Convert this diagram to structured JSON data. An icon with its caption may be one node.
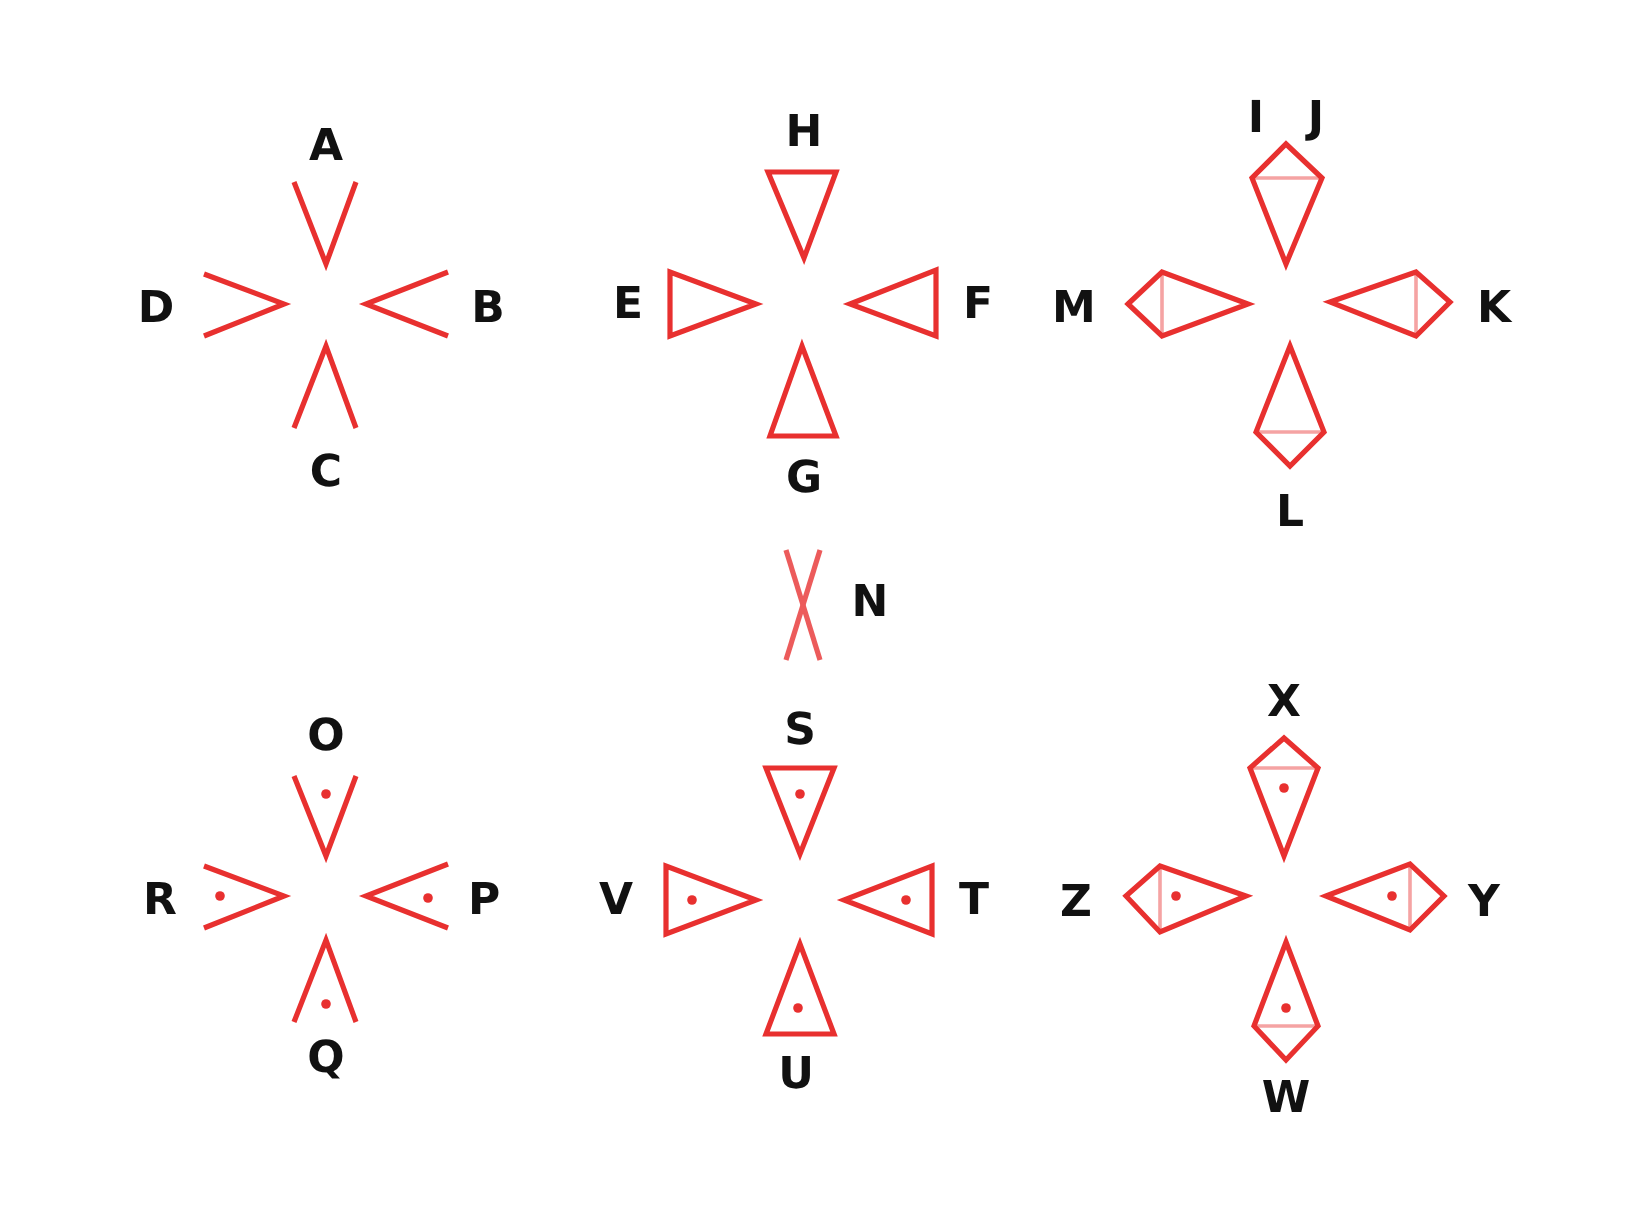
{
  "diagram": {
    "labels": [
      "A",
      "H",
      "I",
      "J",
      "D",
      "B",
      "E",
      "F",
      "M",
      "K",
      "C",
      "G",
      "L",
      "N",
      "O",
      "S",
      "X",
      "R",
      "P",
      "V",
      "T",
      "Z",
      "Y",
      "Q",
      "U",
      "W"
    ]
  }
}
